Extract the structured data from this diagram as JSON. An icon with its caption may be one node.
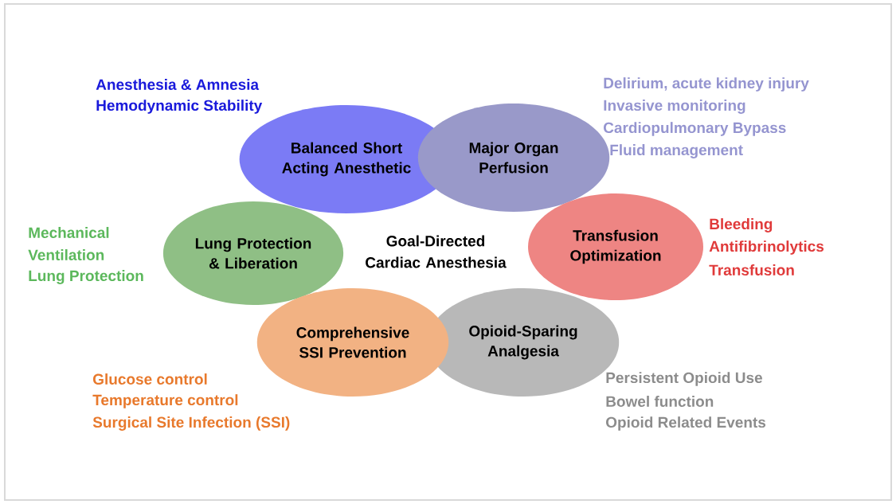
{
  "diagram": {
    "nodes": [
      {
        "text": [
          "Balanced Short Acting Anesthetic"
        ],
        "beside": [
          "Anesthesia & Amnesia",
          "Hemodynamic Stability"
        ]
      },
      {
        "text": [
          "Major Organ Perfusion"
        ],
        "beside": [
          "Delirium, acute kidney injury",
          "Invasive monitoring",
          "Cardiopulmonary Bypass",
          "Fluid management"
        ]
      },
      {
        "text": [
          "Lung Protection & Liberation"
        ],
        "beside": [
          "Mechanical",
          "Ventilation",
          "Lung Protection"
        ]
      },
      {
        "text": [
          "Transfusion Optimization"
        ],
        "beside": [
          "Bleeding",
          "Antifibrinolytics",
          "Transfusion"
        ]
      },
      {
        "text": [
          "Comprehensive SSI Prevention"
        ],
        "beside": [
          "Glucose control",
          "Temperature control",
          "Surgical Site Infection (SSI)"
        ]
      },
      {
        "text": [
          "Opioid-Sparing Analgesia"
        ],
        "beside": [
          "Persistent Opioid Use",
          "Bowel function",
          "Opioid Related Events"
        ]
      }
    ],
    "edges": [],
    "labels": [
      "Goal-Directed Cardiac Anesthesia"
    ]
  }
}
